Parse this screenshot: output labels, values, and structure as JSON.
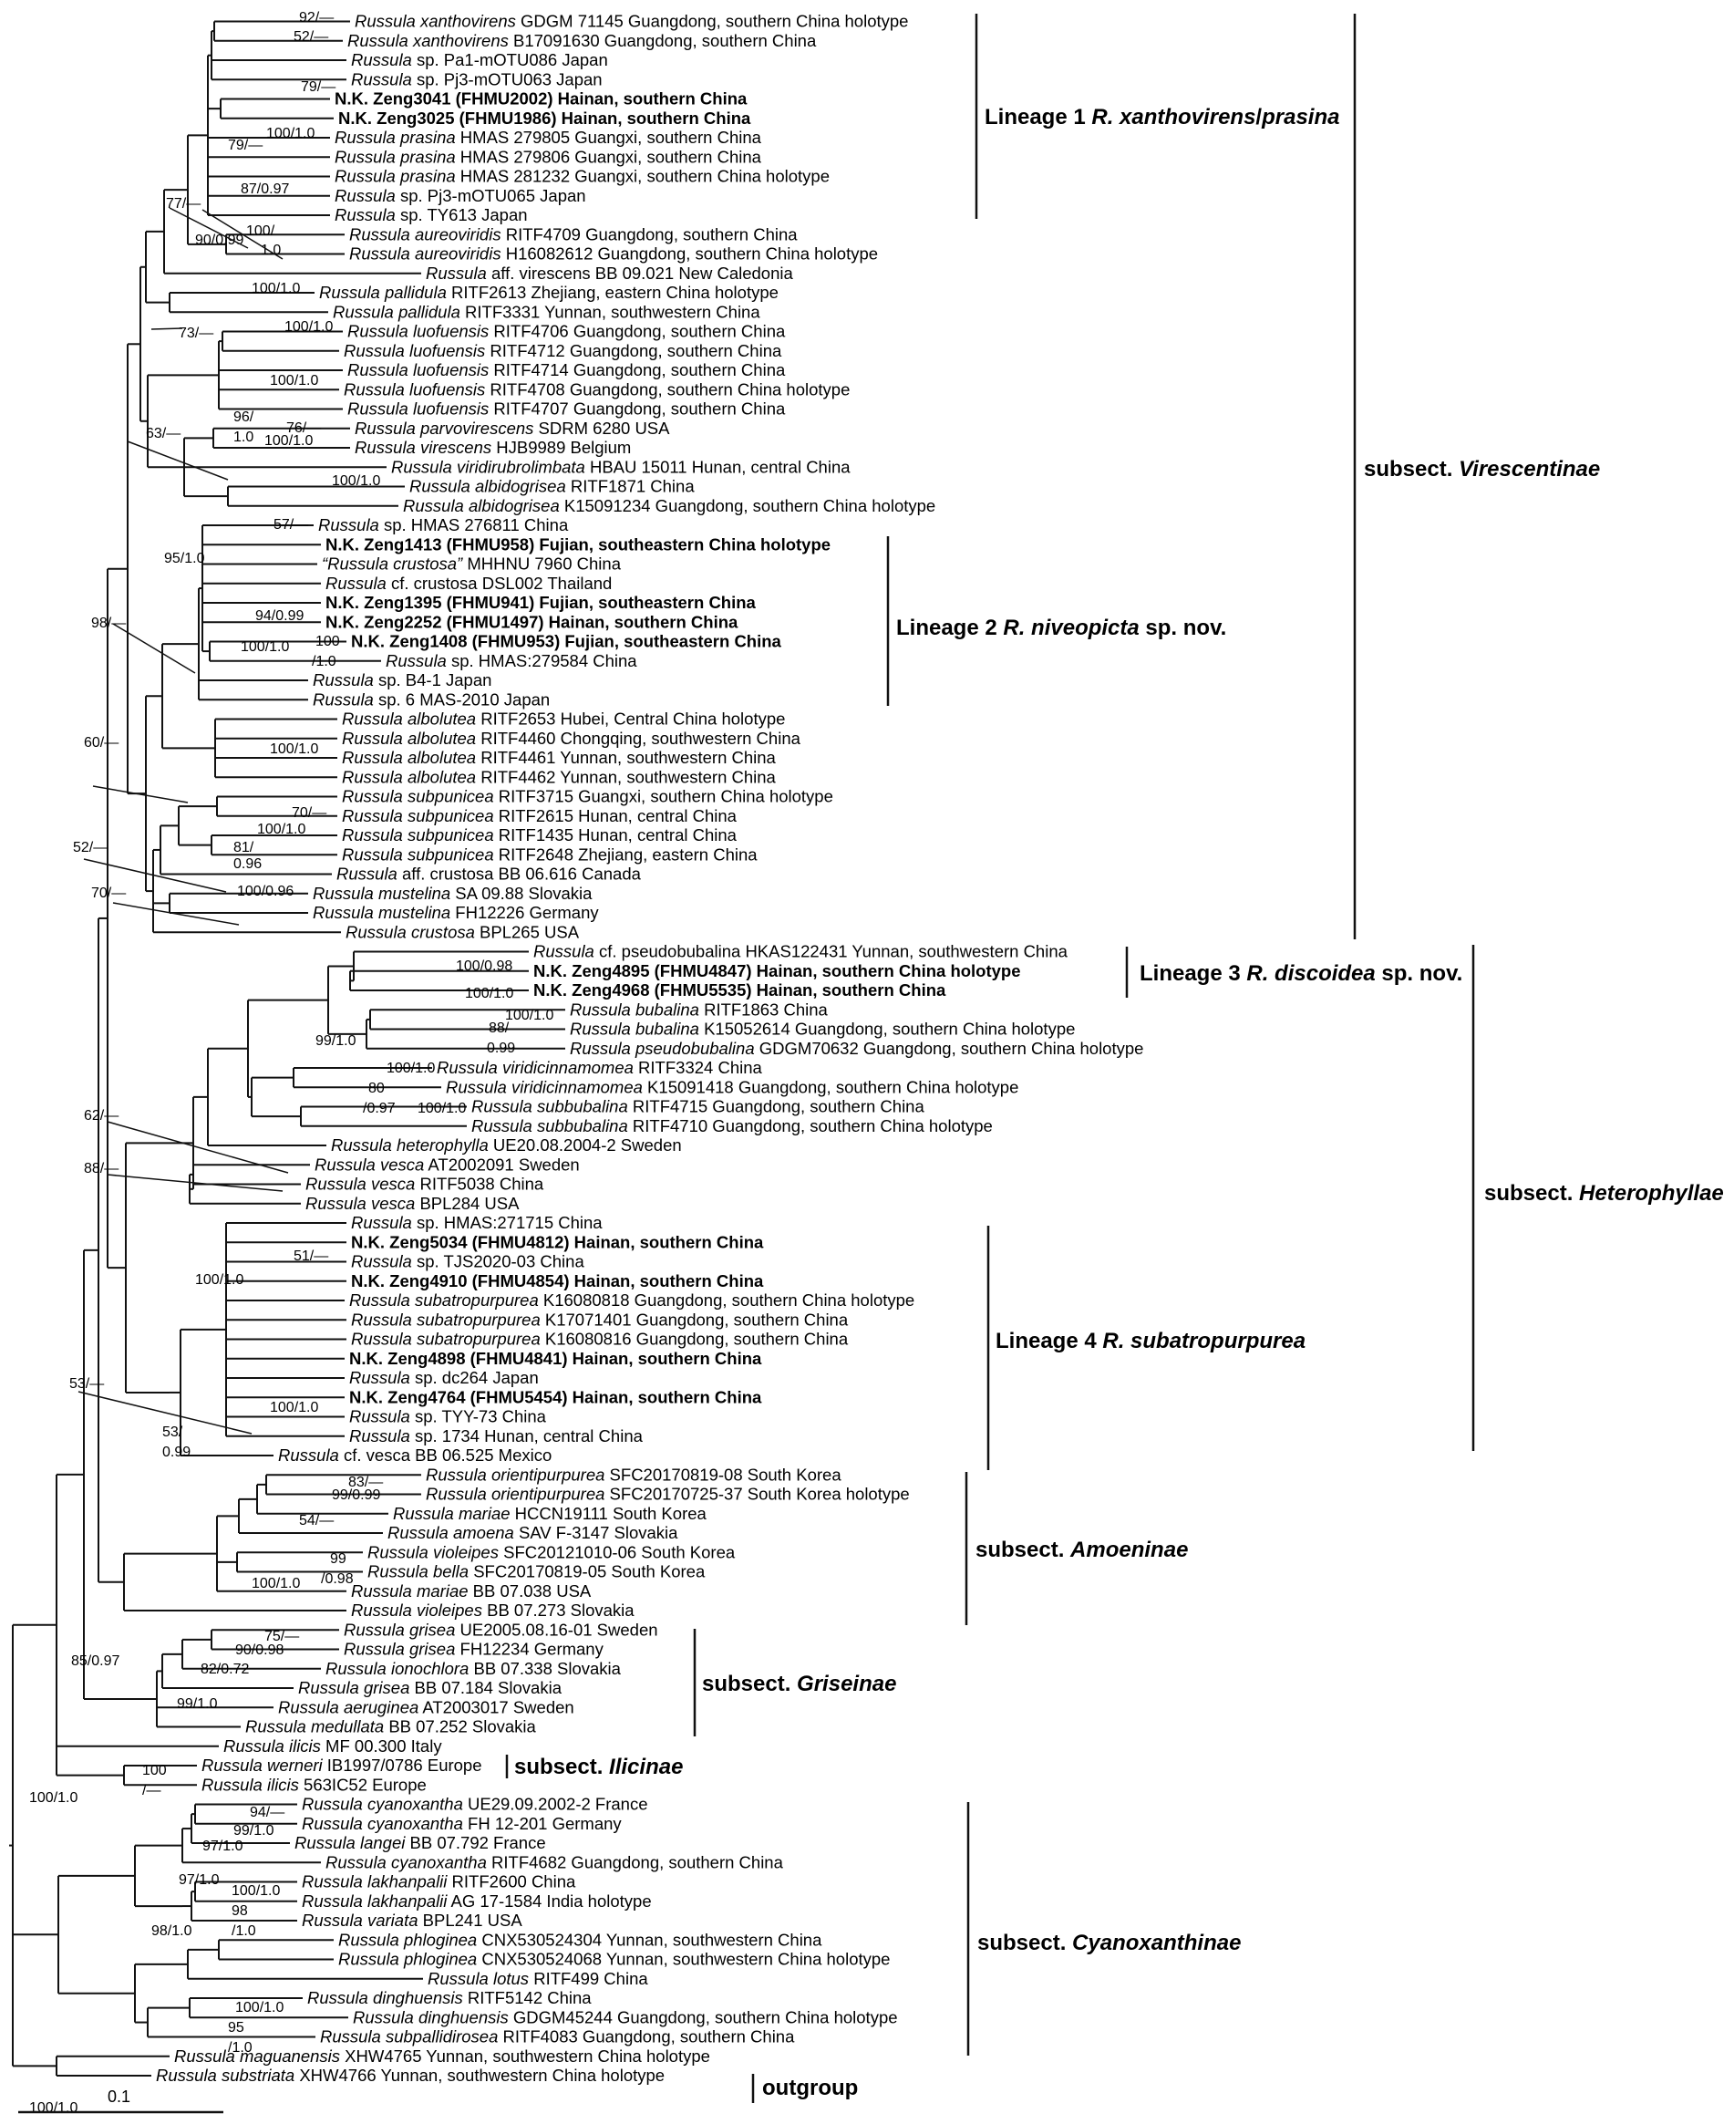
{
  "tips": [
    {
      "italic": "Russula xanthovirens",
      "rest": " GDGM 71145 Guangdong, southern China holotype",
      "bold": false
    },
    {
      "italic": "Russula xanthovirens",
      "rest": " B17091630 Guangdong, southern China",
      "bold": false
    },
    {
      "italic": "Russula",
      "rest": " sp. Pa1-mOTU086 Japan",
      "bold": false
    },
    {
      "italic": "Russula",
      "rest": " sp. Pj3-mOTU063 Japan",
      "bold": false
    },
    {
      "italic": "",
      "rest": "N.K. Zeng3041 (FHMU2002) Hainan, southern China",
      "bold": true
    },
    {
      "italic": "",
      "rest": "N.K. Zeng3025 (FHMU1986) Hainan, southern China",
      "bold": true
    },
    {
      "italic": "Russula prasina",
      "rest": " HMAS 279805 Guangxi, southern China",
      "bold": false
    },
    {
      "italic": "Russula prasina",
      "rest": " HMAS 279806 Guangxi, southern China",
      "bold": false
    },
    {
      "italic": "Russula prasina",
      "rest": " HMAS 281232 Guangxi, southern China holotype",
      "bold": false
    },
    {
      "italic": "Russula",
      "rest": " sp. Pj3-mOTU065 Japan",
      "bold": false
    },
    {
      "italic": "Russula",
      "rest": " sp. TY613 Japan",
      "bold": false
    },
    {
      "italic": "Russula aureoviridis",
      "rest": " RITF4709 Guangdong, southern China",
      "bold": false
    },
    {
      "italic": "Russula aureoviridis",
      "rest": " H16082612 Guangdong, southern China holotype",
      "bold": false
    },
    {
      "italic": "Russula",
      "rest": " aff. virescens BB 09.021 New Caledonia",
      "bold": false
    },
    {
      "italic": "Russula pallidula",
      "rest": " RITF2613 Zhejiang, eastern China holotype",
      "bold": false
    },
    {
      "italic": "Russula pallidula",
      "rest": " RITF3331 Yunnan, southwestern China",
      "bold": false
    },
    {
      "italic": "Russula luofuensis",
      "rest": " RITF4706 Guangdong, southern China",
      "bold": false
    },
    {
      "italic": "Russula luofuensis",
      "rest": " RITF4712 Guangdong, southern China",
      "bold": false
    },
    {
      "italic": "Russula luofuensis",
      "rest": " RITF4714 Guangdong, southern China",
      "bold": false
    },
    {
      "italic": "Russula luofuensis",
      "rest": " RITF4708 Guangdong, southern China holotype",
      "bold": false
    },
    {
      "italic": "Russula luofuensis",
      "rest": " RITF4707 Guangdong, southern China",
      "bold": false
    },
    {
      "italic": "Russula parvovirescens",
      "rest": " SDRM 6280 USA",
      "bold": false
    },
    {
      "italic": "Russula virescens",
      "rest": " HJB9989 Belgium",
      "bold": false
    },
    {
      "italic": "Russula viridirubrolimbata",
      "rest": " HBAU 15011 Hunan, central China",
      "bold": false
    },
    {
      "italic": "Russula albidogrisea",
      "rest": " RITF1871 China",
      "bold": false
    },
    {
      "italic": "Russula albidogrisea",
      "rest": " K15091234 Guangdong, southern China holotype",
      "bold": false
    },
    {
      "italic": "Russula",
      "rest": " sp. HMAS 276811 China",
      "bold": false
    },
    {
      "italic": "",
      "rest": "N.K. Zeng1413 (FHMU958) Fujian, southeastern China holotype",
      "bold": true
    },
    {
      "italic": "“Russula crustosa”",
      "rest": " MHHNU 7960 China",
      "bold": false
    },
    {
      "italic": "Russula",
      "rest": " cf. crustosa DSL002 Thailand",
      "bold": false
    },
    {
      "italic": "",
      "rest": "N.K. Zeng1395 (FHMU941) Fujian, southeastern China",
      "bold": true
    },
    {
      "italic": "",
      "rest": "N.K. Zeng2252 (FHMU1497) Hainan, southern China",
      "bold": true
    },
    {
      "italic": "",
      "rest": "N.K. Zeng1408 (FHMU953) Fujian, southeastern China",
      "bold": true
    },
    {
      "italic": "Russula",
      "rest": " sp. HMAS:279584 China",
      "bold": false
    },
    {
      "italic": "Russula",
      "rest": " sp. B4-1 Japan",
      "bold": false
    },
    {
      "italic": "Russula",
      "rest": " sp. 6 MAS-2010 Japan",
      "bold": false
    },
    {
      "italic": "Russula albolutea",
      "rest": " RITF2653 Hubei, Central China holotype",
      "bold": false
    },
    {
      "italic": "Russula albolutea",
      "rest": " RITF4460 Chongqing, southwestern China",
      "bold": false
    },
    {
      "italic": "Russula albolutea",
      "rest": " RITF4461 Yunnan, southwestern China",
      "bold": false
    },
    {
      "italic": "Russula albolutea",
      "rest": " RITF4462 Yunnan, southwestern China",
      "bold": false
    },
    {
      "italic": "Russula subpunicea",
      "rest": " RITF3715 Guangxi, southern China holotype",
      "bold": false
    },
    {
      "italic": "Russula subpunicea",
      "rest": " RITF2615 Hunan, central China",
      "bold": false
    },
    {
      "italic": "Russula subpunicea",
      "rest": " RITF1435 Hunan, central China",
      "bold": false
    },
    {
      "italic": "Russula subpunicea",
      "rest": " RITF2648 Zhejiang, eastern China",
      "bold": false
    },
    {
      "italic": "Russula",
      "rest": " aff. crustosa BB 06.616 Canada",
      "bold": false
    },
    {
      "italic": "Russula mustelina",
      "rest": " SA 09.88 Slovakia",
      "bold": false
    },
    {
      "italic": "Russula mustelina",
      "rest": " FH12226 Germany",
      "bold": false
    },
    {
      "italic": "Russula crustosa",
      "rest": " BPL265 USA",
      "bold": false
    },
    {
      "italic": "Russula",
      "rest": " cf. pseudobubalina HKAS122431 Yunnan, southwestern China",
      "bold": false
    },
    {
      "italic": "",
      "rest": "N.K. Zeng4895 (FHMU4847) Hainan, southern China holotype",
      "bold": true
    },
    {
      "italic": "",
      "rest": "N.K. Zeng4968 (FHMU5535) Hainan, southern China",
      "bold": true
    },
    {
      "italic": "Russula bubalina",
      "rest": " RITF1863 China",
      "bold": false
    },
    {
      "italic": "Russula bubalina",
      "rest": " K15052614 Guangdong, southern China holotype",
      "bold": false
    },
    {
      "italic": "Russula pseudobubalina",
      "rest": " GDGM70632 Guangdong, southern China holotype",
      "bold": false
    },
    {
      "italic": "Russula viridicinnamomea",
      "rest": " RITF3324 China",
      "bold": false
    },
    {
      "italic": "Russula viridicinnamomea",
      "rest": " K15091418 Guangdong, southern China holotype",
      "bold": false
    },
    {
      "italic": "Russula subbubalina",
      "rest": " RITF4715 Guangdong, southern China",
      "bold": false
    },
    {
      "italic": "Russula subbubalina",
      "rest": " RITF4710 Guangdong, southern China holotype",
      "bold": false
    },
    {
      "italic": "Russula heterophylla",
      "rest": " UE20.08.2004-2 Sweden",
      "bold": false
    },
    {
      "italic": "Russula vesca",
      "rest": " AT2002091 Sweden",
      "bold": false
    },
    {
      "italic": "Russula vesca",
      "rest": " RITF5038 China",
      "bold": false
    },
    {
      "italic": "Russula vesca",
      "rest": " BPL284 USA",
      "bold": false
    },
    {
      "italic": "Russula",
      "rest": " sp. HMAS:271715 China",
      "bold": false
    },
    {
      "italic": "",
      "rest": "N.K. Zeng5034 (FHMU4812) Hainan, southern China",
      "bold": true
    },
    {
      "italic": "Russula",
      "rest": " sp. TJS2020-03 China",
      "bold": false
    },
    {
      "italic": "",
      "rest": "N.K. Zeng4910 (FHMU4854) Hainan, southern China",
      "bold": true
    },
    {
      "italic": "Russula subatropurpurea",
      "rest": " K16080818 Guangdong, southern China holotype",
      "bold": false
    },
    {
      "italic": "Russula subatropurpurea",
      "rest": " K17071401 Guangdong, southern China",
      "bold": false
    },
    {
      "italic": "Russula subatropurpurea",
      "rest": " K16080816 Guangdong, southern China",
      "bold": false
    },
    {
      "italic": "",
      "rest": "N.K. Zeng4898 (FHMU4841) Hainan, southern China",
      "bold": true
    },
    {
      "italic": "Russula",
      "rest": " sp. dc264 Japan",
      "bold": false
    },
    {
      "italic": "",
      "rest": "N.K. Zeng4764 (FHMU5454) Hainan, southern China",
      "bold": true
    },
    {
      "italic": "Russula",
      "rest": " sp. TYY-73 China",
      "bold": false
    },
    {
      "italic": "Russula",
      "rest": " sp. 1734 Hunan, central China",
      "bold": false
    },
    {
      "italic": "Russula",
      "rest": " cf. vesca BB 06.525 Mexico",
      "bold": false
    },
    {
      "italic": "Russula orientipurpurea",
      "rest": " SFC20170819-08 South Korea",
      "bold": false
    },
    {
      "italic": "Russula orientipurpurea",
      "rest": " SFC20170725-37 South Korea holotype",
      "bold": false
    },
    {
      "italic": "Russula mariae",
      "rest": " HCCN19111 South Korea",
      "bold": false
    },
    {
      "italic": "Russula amoena",
      "rest": " SAV F-3147 Slovakia",
      "bold": false
    },
    {
      "italic": "Russula violeipes",
      "rest": " SFC20121010-06 South Korea",
      "bold": false
    },
    {
      "italic": "Russula bella",
      "rest": " SFC20170819-05 South Korea",
      "bold": false
    },
    {
      "italic": "Russula mariae",
      "rest": " BB 07.038 USA",
      "bold": false
    },
    {
      "italic": "Russula violeipes",
      "rest": " BB 07.273 Slovakia",
      "bold": false
    },
    {
      "italic": "Russula grisea",
      "rest": " UE2005.08.16-01 Sweden",
      "bold": false
    },
    {
      "italic": "Russula grisea",
      "rest": " FH12234 Germany",
      "bold": false
    },
    {
      "italic": "Russula ionochlora",
      "rest": " BB 07.338 Slovakia",
      "bold": false
    },
    {
      "italic": "Russula grisea",
      "rest": " BB 07.184 Slovakia",
      "bold": false
    },
    {
      "italic": "Russula aeruginea",
      "rest": " AT2003017 Sweden",
      "bold": false
    },
    {
      "italic": "Russula medullata",
      "rest": " BB 07.252 Slovakia",
      "bold": false
    },
    {
      "italic": "Russula ilicis",
      "rest": " MF 00.300 Italy",
      "bold": false
    },
    {
      "italic": "Russula werneri",
      "rest": " IB1997/0786 Europe",
      "bold": false
    },
    {
      "italic": "Russula ilicis",
      "rest": " 563IC52 Europe",
      "bold": false
    },
    {
      "italic": "Russula cyanoxantha",
      "rest": " UE29.09.2002-2 France",
      "bold": false
    },
    {
      "italic": "Russula cyanoxantha",
      "rest": " FH 12-201 Germany",
      "bold": false
    },
    {
      "italic": "Russula langei",
      "rest": " BB 07.792 France",
      "bold": false
    },
    {
      "italic": "Russula cyanoxantha",
      "rest": " RITF4682 Guangdong, southern China",
      "bold": false
    },
    {
      "italic": "Russula lakhanpalii",
      "rest": " RITF2600 China",
      "bold": false
    },
    {
      "italic": "Russula lakhanpalii",
      "rest": " AG 17-1584 India holotype",
      "bold": false
    },
    {
      "italic": "Russula variata",
      "rest": " BPL241 USA",
      "bold": false
    },
    {
      "italic": "Russula phloginea",
      "rest": " CNX530524304 Yunnan, southwestern China",
      "bold": false
    },
    {
      "italic": "Russula phloginea",
      "rest": " CNX530524068 Yunnan, southwestern China holotype",
      "bold": false
    },
    {
      "italic": "Russula lotus",
      "rest": " RITF499 China",
      "bold": false
    },
    {
      "italic": "Russula dinghuensis",
      "rest": " RITF5142 China",
      "bold": false
    },
    {
      "italic": "Russula dinghuensis",
      "rest": " GDGM45244 Guangdong, southern China holotype",
      "bold": false
    },
    {
      "italic": "Russula subpallidirosea",
      "rest": " RITF4083 Guangdong, southern China",
      "bold": false
    },
    {
      "italic": "Russula maguanensis",
      "rest": " XHW4765 Yunnan, southwestern China holotype",
      "bold": false
    },
    {
      "italic": "Russula substriata",
      "rest": " XHW4766 Yunnan, southwestern China holotype",
      "bold": false
    }
  ],
  "supports": [
    "92/—",
    "52/—",
    "79/—",
    "100/1.0",
    "79/—",
    "87/0.97",
    "77/—",
    "100/",
    "1.0",
    "90/0.99",
    "100/1.0",
    "73/—",
    "100/1.0",
    "100/1.0",
    "96/",
    "1.0",
    "76/—",
    "100/1.0",
    "63/—",
    "100/1.0",
    "57/—",
    "95/1.0",
    "98/—",
    "94/0.99",
    "100",
    "/1.0",
    "100/1.0",
    "100/1.0",
    "60/—",
    "70/—",
    "100/1.0",
    "81/",
    "0.96",
    "52/—",
    "100/0.96",
    "70/—",
    "100/0.98",
    "100/1.0",
    "100/1.0",
    "88/",
    "0.99",
    "99/1.0",
    "100/1.0",
    "80",
    "/0.97",
    "100/1.0",
    "62/—",
    "88/—",
    "51/—",
    "100/1.0",
    "100/1.0",
    "53/—",
    "53/",
    "0.99",
    "83/—",
    "99/0.99",
    "54/—",
    "99",
    "/0.98",
    "100/1.0",
    "75/—",
    "90/0.98",
    "82/0.72",
    "99/1.0",
    "85/0.97",
    "100",
    "/—",
    "100/1.0",
    "94/—",
    "99/1.0",
    "97/1.0",
    "97/1.0",
    "100/1.0",
    "98",
    "/1.0",
    "98/1.0",
    "100/1.0",
    "95",
    "/1.0",
    "100/1.0"
  ],
  "groups": {
    "lineage1": {
      "plain": "Lineage 1 ",
      "italic": "R. xanthovirens",
      "plain2": "/",
      "italic2": "prasina",
      "tail": ""
    },
    "lineage2": {
      "plain": "Lineage 2 ",
      "italic": "R. niveopicta",
      "tail": " sp. nov."
    },
    "lineage3": {
      "plain": "Lineage 3 ",
      "italic": "R. discoidea",
      "tail": " sp. nov."
    },
    "lineage4": {
      "plain": "Lineage 4 ",
      "italic": "R. subatropurpurea",
      "tail": ""
    },
    "virescentinae": {
      "plain": "subsect. ",
      "italic": "Virescentinae"
    },
    "heterophyllae": {
      "plain": "subsect. ",
      "italic": "Heterophyllae"
    },
    "amoeninae": {
      "plain": "subsect. ",
      "italic": "Amoeninae"
    },
    "griseinae": {
      "plain": "subsect. ",
      "italic": "Griseinae"
    },
    "ilicinae": {
      "plain": "subsect. ",
      "italic": "Ilicinae"
    },
    "cyanoxanthinae": {
      "plain": "subsect. ",
      "italic": "Cyanoxanthinae"
    },
    "outgroup": {
      "plain": "outgroup"
    }
  },
  "scale": {
    "label": "0.1"
  }
}
